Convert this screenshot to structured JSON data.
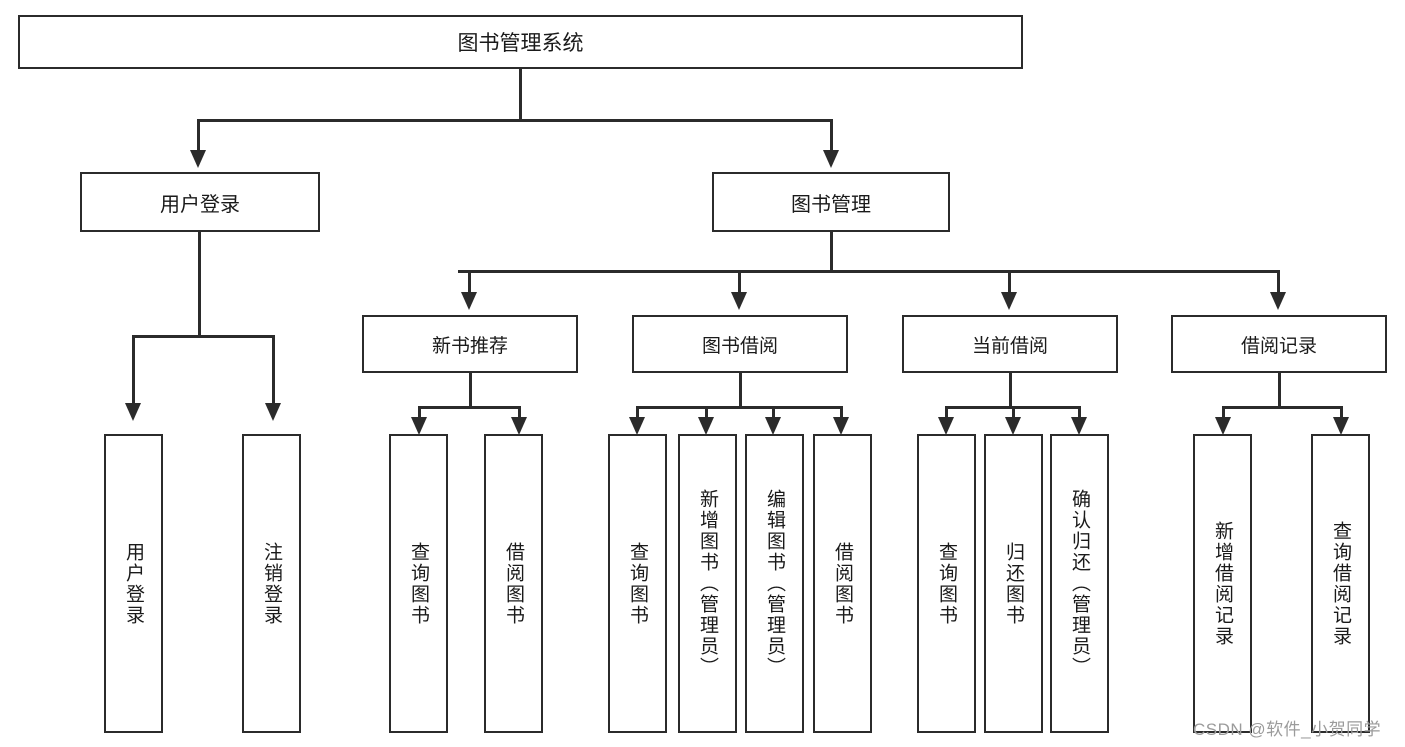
{
  "diagram": {
    "title": "图书管理系统",
    "type": "hierarchy-tree",
    "root": {
      "label": "图书管理系统"
    },
    "level1": [
      {
        "label": "用户登录"
      },
      {
        "label": "图书管理"
      }
    ],
    "level2": [
      {
        "label": "新书推荐"
      },
      {
        "label": "图书借阅"
      },
      {
        "label": "当前借阅"
      },
      {
        "label": "借阅记录"
      }
    ],
    "leaves": {
      "user_login": [
        {
          "label": "用户登录"
        },
        {
          "label": "注销登录"
        }
      ],
      "new_book_recommend": [
        {
          "label": "查询图书"
        },
        {
          "label": "借阅图书"
        }
      ],
      "book_borrow": [
        {
          "label": "查询图书"
        },
        {
          "label": "新增图书（管理员）"
        },
        {
          "label": "编辑图书（管理员）"
        },
        {
          "label": "借阅图书"
        }
      ],
      "current_borrow": [
        {
          "label": "查询图书"
        },
        {
          "label": "归还图书"
        },
        {
          "label": "确认归还（管理员）"
        }
      ],
      "borrow_record": [
        {
          "label": "新增借阅记录"
        },
        {
          "label": "查询借阅记录"
        }
      ]
    }
  },
  "watermark": {
    "text": "CSDN @软件_小贺同学"
  },
  "colors": {
    "stroke": "#2b2b2b",
    "background": "#ffffff",
    "text": "#1a1a1a",
    "watermark": "#9b9b9b"
  }
}
